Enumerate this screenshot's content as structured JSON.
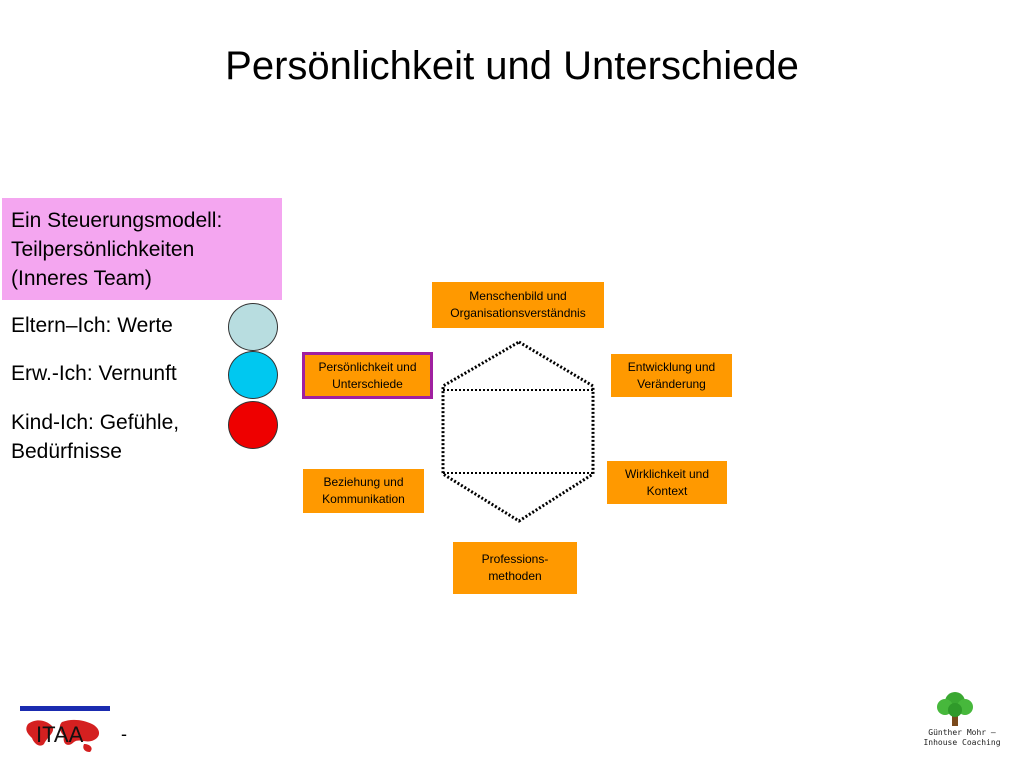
{
  "title": "Persönlichkeit und Unterschiede",
  "model_box": {
    "lines": [
      "Ein Steuerungsmodell:",
      "Teilpersönlichkeiten",
      "(Inneres Team)"
    ],
    "color": "#f4a6f0"
  },
  "ego_states": [
    {
      "label": "Eltern–Ich: Werte",
      "color": "#b8dde0"
    },
    {
      "label": "Erw.-Ich: Vernunft",
      "color": "#00c8f0"
    },
    {
      "label": "Kind-Ich: Gefühle,",
      "label2": "Bedürfnisse",
      "color": "#ee0000"
    }
  ],
  "topics": {
    "menschenbild": [
      "Menschenbild und",
      "Organisationsverständnis"
    ],
    "persoenlichkeit": [
      "Persönlichkeit und",
      "Unterschiede"
    ],
    "entwicklung": [
      "Entwicklung und",
      "Veränderung"
    ],
    "beziehung": [
      "Beziehung und",
      "Kommunikation"
    ],
    "wirklichkeit": [
      "Wirklichkeit und",
      "Kontext"
    ],
    "profession": [
      "Professions-",
      "methoden"
    ]
  },
  "topic_color": "#ff9900",
  "selected_color": "#a020a0",
  "footer": {
    "left_logo": "ITAA",
    "left_dash": "-",
    "right_logo": [
      "Günther Mohr –",
      "Inhouse Coaching"
    ]
  }
}
